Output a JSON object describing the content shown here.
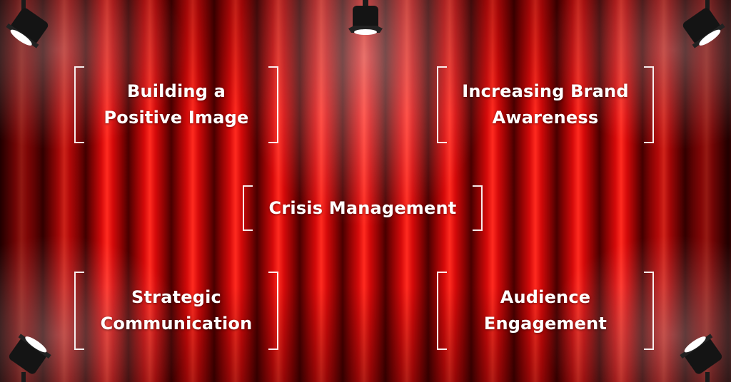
{
  "labels": {
    "building_image": "Building a Positive Image",
    "brand_awareness": "Increasing Brand Awareness",
    "crisis_management": "Crisis Management",
    "strategic_communication": "Strategic Communication",
    "audience_engagement": "Audience Engagement"
  },
  "icons": {
    "spotlight": "spotlight-icon"
  },
  "colors": {
    "curtain_red": "#d40a0a",
    "curtain_dark": "#4a0000",
    "text": "#ffffff"
  }
}
